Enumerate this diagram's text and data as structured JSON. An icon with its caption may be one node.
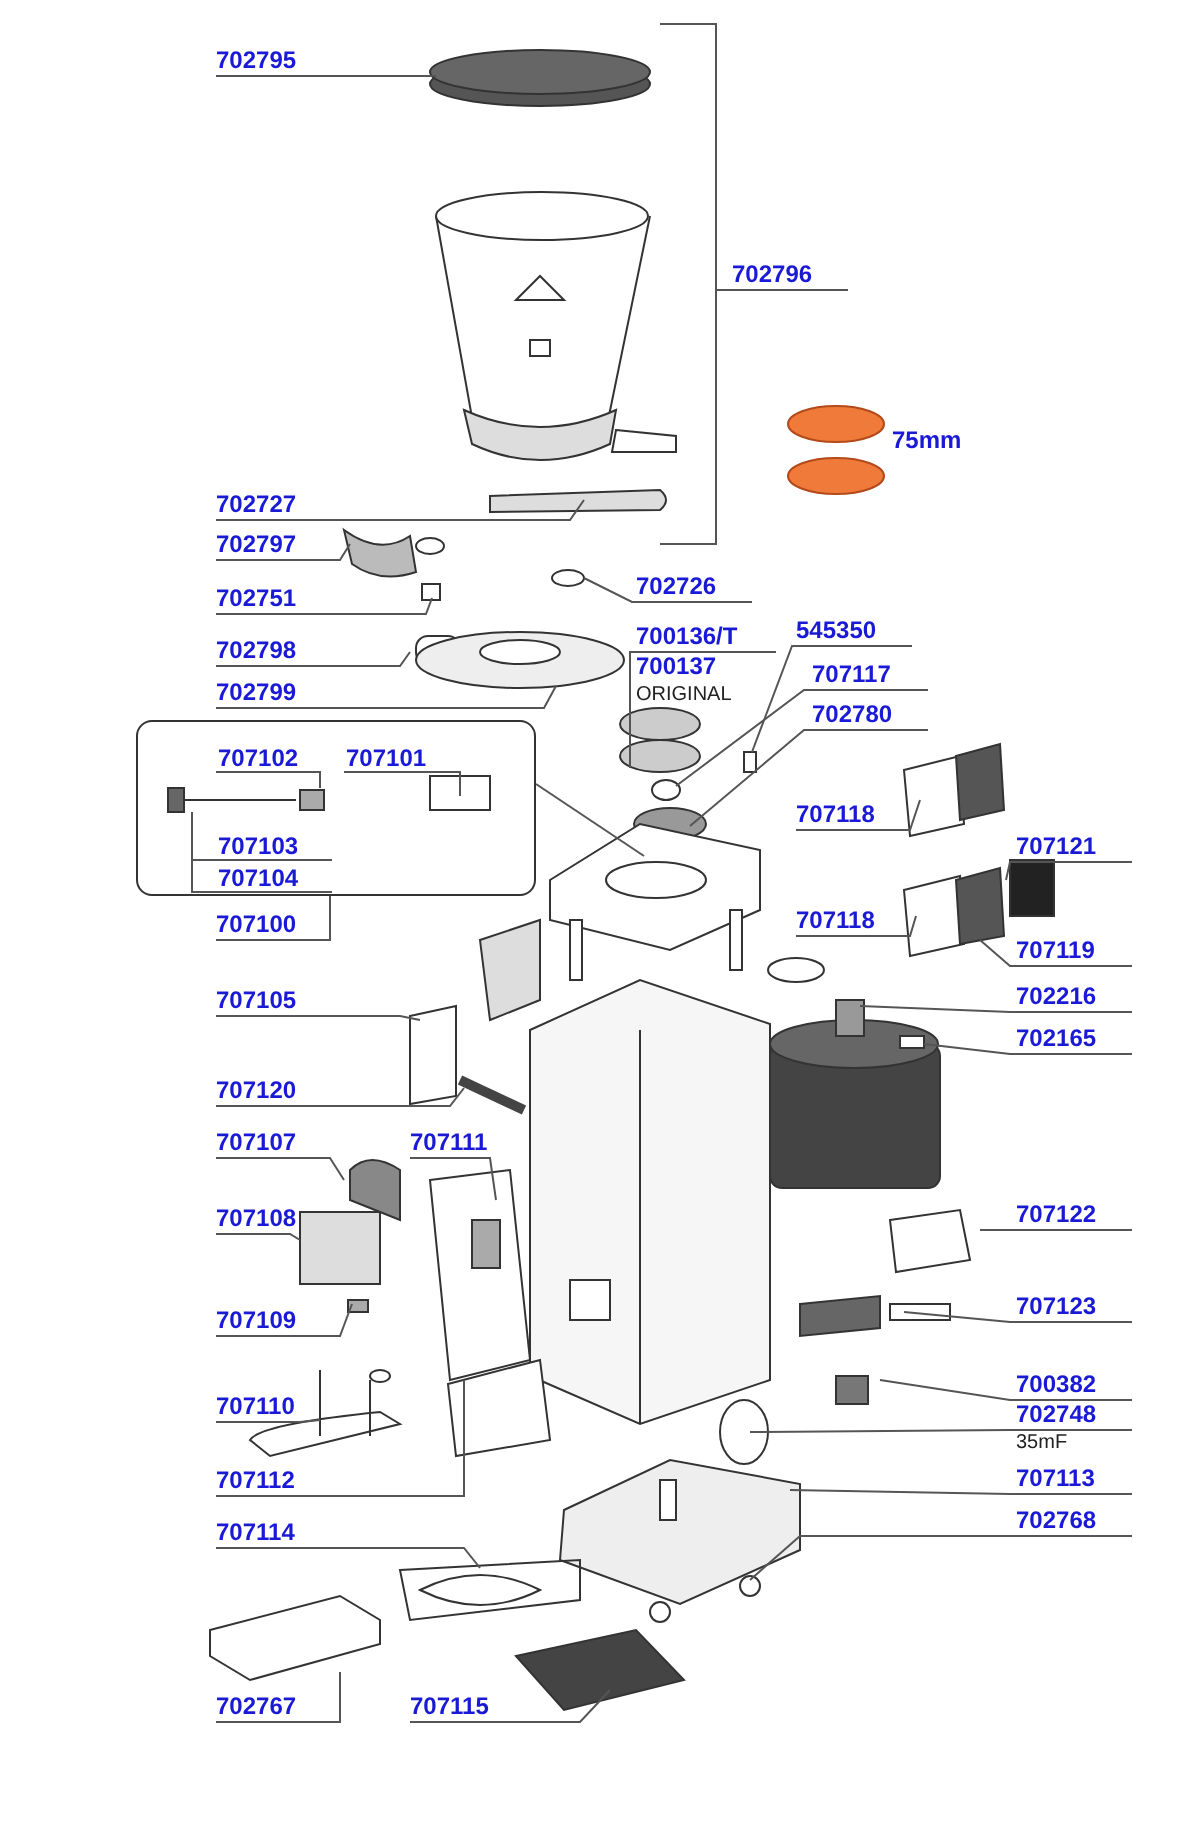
{
  "diagram": {
    "nodes": [
      {
        "text": [
          "702795"
        ]
      },
      {
        "text": [
          "702796"
        ]
      },
      {
        "text": [
          "702727"
        ]
      },
      {
        "text": [
          "702797"
        ]
      },
      {
        "text": [
          "702751"
        ]
      },
      {
        "text": [
          "702726"
        ]
      },
      {
        "text": [
          "702798"
        ]
      },
      {
        "text": [
          "700136/T"
        ]
      },
      {
        "text": [
          "545350"
        ]
      },
      {
        "text": [
          "700137"
        ],
        "beside": [
          "ORIGINAL"
        ]
      },
      {
        "text": [
          "707117"
        ]
      },
      {
        "text": [
          "702799"
        ]
      },
      {
        "text": [
          "702780"
        ]
      },
      {
        "text": [],
        "shape": "box"
      },
      {
        "text": [
          "707102"
        ],
        "in": 13
      },
      {
        "text": [
          "707101"
        ],
        "in": 13
      },
      {
        "text": [
          "707103"
        ],
        "in": 13
      },
      {
        "text": [
          "707104"
        ],
        "in": 13
      },
      {
        "text": [
          "707118"
        ]
      },
      {
        "text": [
          "707121"
        ]
      },
      {
        "text": [
          "707100"
        ]
      },
      {
        "text": [
          "707118"
        ]
      },
      {
        "text": [
          "707119"
        ]
      },
      {
        "text": [
          "702216"
        ]
      },
      {
        "text": [
          "707105"
        ]
      },
      {
        "text": [
          "702165"
        ]
      },
      {
        "text": [
          "707120"
        ]
      },
      {
        "text": [
          "707107"
        ]
      },
      {
        "text": [
          "707111"
        ]
      },
      {
        "text": [
          "707108"
        ]
      },
      {
        "text": [
          "707122"
        ]
      },
      {
        "text": [
          "707123"
        ]
      },
      {
        "text": [
          "707109"
        ]
      },
      {
        "text": [
          "700382"
        ]
      },
      {
        "text": [
          "702748"
        ],
        "beside": [
          "35mF"
        ]
      },
      {
        "text": [
          "707110"
        ]
      },
      {
        "text": [
          "707112"
        ]
      },
      {
        "text": [
          "707113"
        ]
      },
      {
        "text": [
          "707114"
        ]
      },
      {
        "text": [
          "702768"
        ]
      },
      {
        "text": [
          "702767"
        ]
      },
      {
        "text": [
          "707115"
        ]
      }
    ],
    "edges": [
      {
        "from": 0,
        "to": null,
        "arrow": "none"
      },
      {
        "from": 1,
        "to": null,
        "arrow": "none"
      },
      {
        "from": 2,
        "to": null,
        "arrow": "none"
      },
      {
        "from": 3,
        "to": null,
        "arrow": "none"
      },
      {
        "from": 4,
        "to": null,
        "arrow": "none"
      },
      {
        "from": 5,
        "to": null,
        "arrow": "none"
      },
      {
        "from": 6,
        "to": null,
        "arrow": "none"
      },
      {
        "from": 7,
        "to": null,
        "arrow": "none"
      },
      {
        "from": 8,
        "to": null,
        "arrow": "none"
      },
      {
        "from": 10,
        "to": null,
        "arrow": "none"
      },
      {
        "from": 11,
        "to": null,
        "arrow": "none"
      },
      {
        "from": 12,
        "to": null,
        "arrow": "none"
      },
      {
        "from": 13,
        "to": null,
        "arrow": "none"
      },
      {
        "from": 14,
        "to": null,
        "arrow": "none"
      },
      {
        "from": 15,
        "to": null,
        "arrow": "none"
      },
      {
        "from": 16,
        "to": null,
        "arrow": "none"
      },
      {
        "from": 17,
        "to": null,
        "arrow": "none"
      },
      {
        "from": 18,
        "to": null,
        "arrow": "none"
      },
      {
        "from": 19,
        "to": null,
        "arrow": "none"
      },
      {
        "from": 20,
        "to": 13,
        "arrow": "none"
      },
      {
        "from": 21,
        "to": null,
        "arrow": "none"
      },
      {
        "from": 22,
        "to": null,
        "arrow": "none"
      },
      {
        "from": 23,
        "to": null,
        "arrow": "none"
      },
      {
        "from": 24,
        "to": null,
        "arrow": "none"
      },
      {
        "from": 25,
        "to": null,
        "arrow": "none"
      },
      {
        "from": 26,
        "to": null,
        "arrow": "none"
      },
      {
        "from": 27,
        "to": null,
        "arrow": "none"
      },
      {
        "from": 28,
        "to": null,
        "arrow": "none"
      },
      {
        "from": 29,
        "to": null,
        "arrow": "none"
      },
      {
        "from": 30,
        "to": null,
        "arrow": "none"
      },
      {
        "from": 31,
        "to": null,
        "arrow": "none"
      },
      {
        "from": 32,
        "to": null,
        "arrow": "none"
      },
      {
        "from": 33,
        "to": null,
        "arrow": "none"
      },
      {
        "from": 34,
        "to": null,
        "arrow": "none"
      },
      {
        "from": 35,
        "to": null,
        "arrow": "none"
      },
      {
        "from": 36,
        "to": null,
        "arrow": "none"
      },
      {
        "from": 37,
        "to": null,
        "arrow": "none"
      },
      {
        "from": 38,
        "to": null,
        "arrow": "none"
      },
      {
        "from": 39,
        "to": null,
        "arrow": "none"
      },
      {
        "from": 40,
        "to": null,
        "arrow": "none"
      },
      {
        "from": 41,
        "to": null,
        "arrow": "none"
      }
    ],
    "labels": [
      "75mm"
    ]
  }
}
